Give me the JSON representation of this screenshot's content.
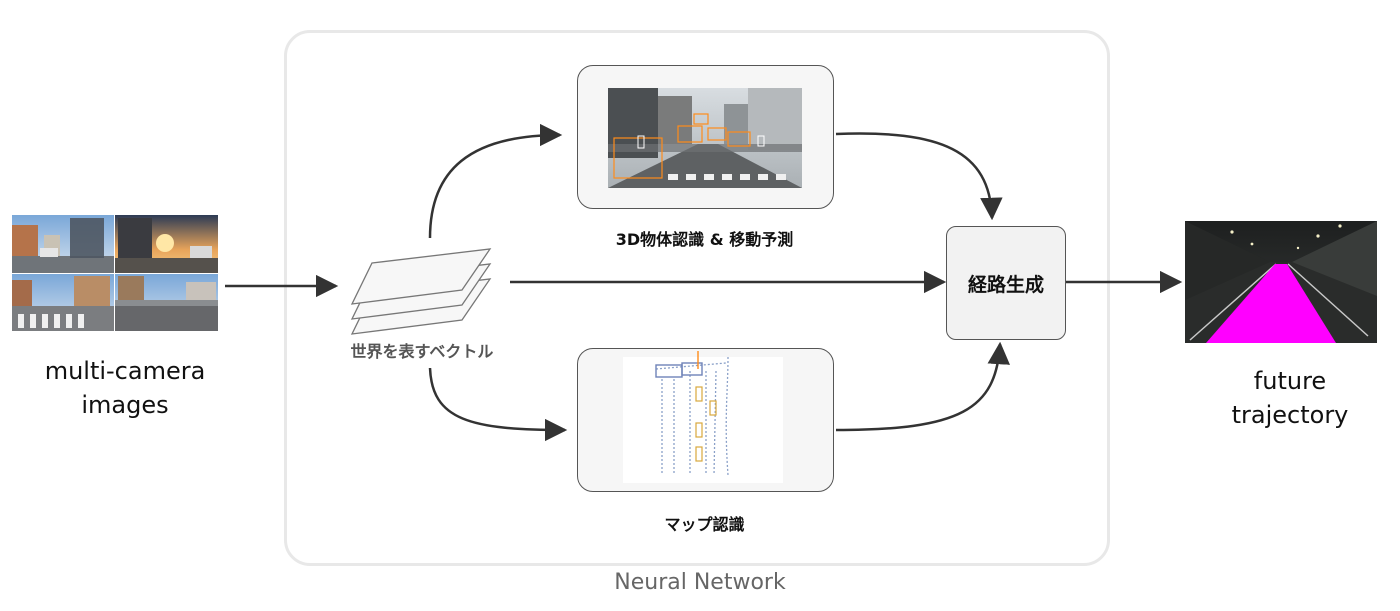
{
  "diagram": {
    "input_label": "multi-camera\nimages",
    "output_label": "future\ntrajectory",
    "world_vector_label": "世界を表すベクトル",
    "detection_label": "3D物体認識 & 移動予測",
    "map_label": "マップ認識",
    "route_label": "経路生成",
    "container_label": "Neural Network",
    "colors": {
      "arrow": "#333333",
      "container_border": "#e8e8e8",
      "trajectory": "#ff00ff",
      "detection_box": "#ff8c1a"
    }
  }
}
